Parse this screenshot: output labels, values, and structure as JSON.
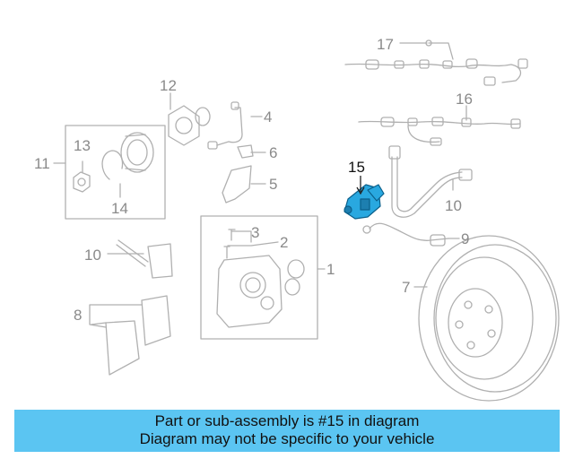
{
  "diagram": {
    "callouts": {
      "c1": "1",
      "c2": "2",
      "c3": "3",
      "c4": "4",
      "c5": "5",
      "c6": "6",
      "c7": "7",
      "c8": "8",
      "c9": "9",
      "c10a": "10",
      "c10b": "10",
      "c11": "11",
      "c12": "12",
      "c13": "13",
      "c14": "14",
      "c15": "15",
      "c16": "16",
      "c17": "17"
    },
    "highlight_part": "15",
    "colors": {
      "line": "#b0b0b0",
      "label": "#8a8a8a",
      "highlight": "#29a8e0",
      "banner": "#5bc5f2"
    }
  },
  "banner": {
    "line1": "Part or sub-assembly is #15 in diagram",
    "line2": "Diagram may not be specific to your vehicle"
  }
}
